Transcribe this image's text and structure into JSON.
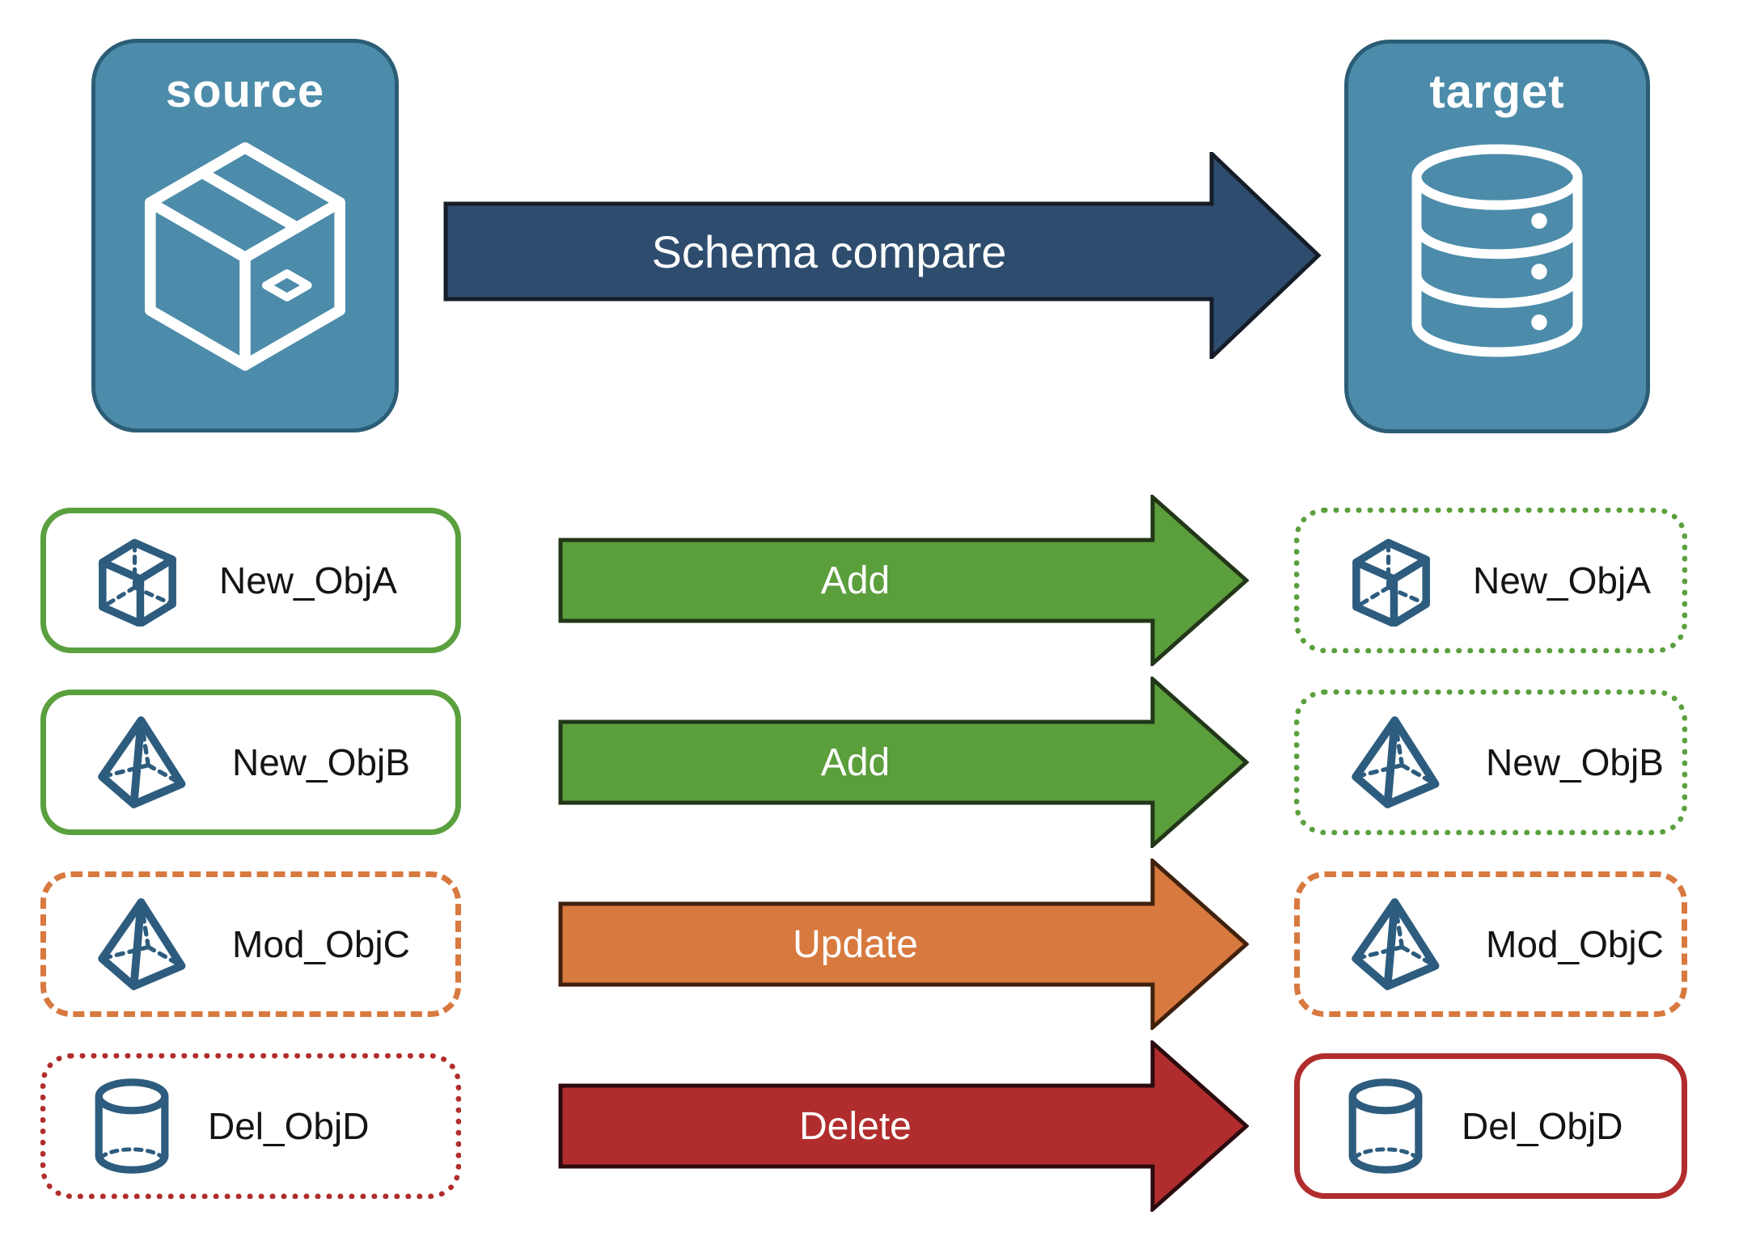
{
  "endpoints": {
    "source": {
      "label": "source",
      "icon": "package-box-icon"
    },
    "target": {
      "label": "target",
      "icon": "database-icon"
    }
  },
  "compare_arrow": {
    "label": "Schema compare",
    "fill_color": "#2e4d6e",
    "outline_color": "#141d28",
    "text_color": "#ffffff"
  },
  "object_rows": [
    {
      "source_object": {
        "label": "New_ObjA",
        "icon": "cube-icon",
        "border_style": "solid",
        "border_color": "#5ba03e"
      },
      "action_arrow": {
        "label": "Add",
        "fill_color": "#5b9e3c",
        "outline_color": "#223618"
      },
      "target_object": {
        "label": "New_ObjA",
        "icon": "cube-icon",
        "border_style": "dotted",
        "border_color": "#5ba03e"
      }
    },
    {
      "source_object": {
        "label": "New_ObjB",
        "icon": "pyramid-icon",
        "border_style": "solid",
        "border_color": "#5ba03e"
      },
      "action_arrow": {
        "label": "Add",
        "fill_color": "#5b9e3c",
        "outline_color": "#223618"
      },
      "target_object": {
        "label": "New_ObjB",
        "icon": "pyramid-icon",
        "border_style": "dotted",
        "border_color": "#5ba03e"
      }
    },
    {
      "source_object": {
        "label": "Mod_ObjC",
        "icon": "pyramid-icon",
        "border_style": "dashed",
        "border_color": "#d8793f"
      },
      "action_arrow": {
        "label": "Update",
        "fill_color": "#d8793f",
        "outline_color": "#40210e"
      },
      "target_object": {
        "label": "Mod_ObjC",
        "icon": "pyramid-icon",
        "border_style": "dashed",
        "border_color": "#d8793f"
      }
    },
    {
      "source_object": {
        "label": "Del_ObjD",
        "icon": "cylinder-icon",
        "border_style": "dotted",
        "border_color": "#b12d2d"
      },
      "action_arrow": {
        "label": "Delete",
        "fill_color": "#b12d2d",
        "outline_color": "#2b0b0e"
      },
      "target_object": {
        "label": "Del_ObjD",
        "icon": "cylinder-icon",
        "border_style": "solid",
        "border_color": "#b12d2d"
      }
    }
  ],
  "colors": {
    "endpoint_fill": "#4c8caa",
    "endpoint_border": "#2c5d76",
    "endpoint_text": "#ffffff",
    "object_icon": "#2d5c7e",
    "object_label": "#141414",
    "background": "#ffffff"
  }
}
